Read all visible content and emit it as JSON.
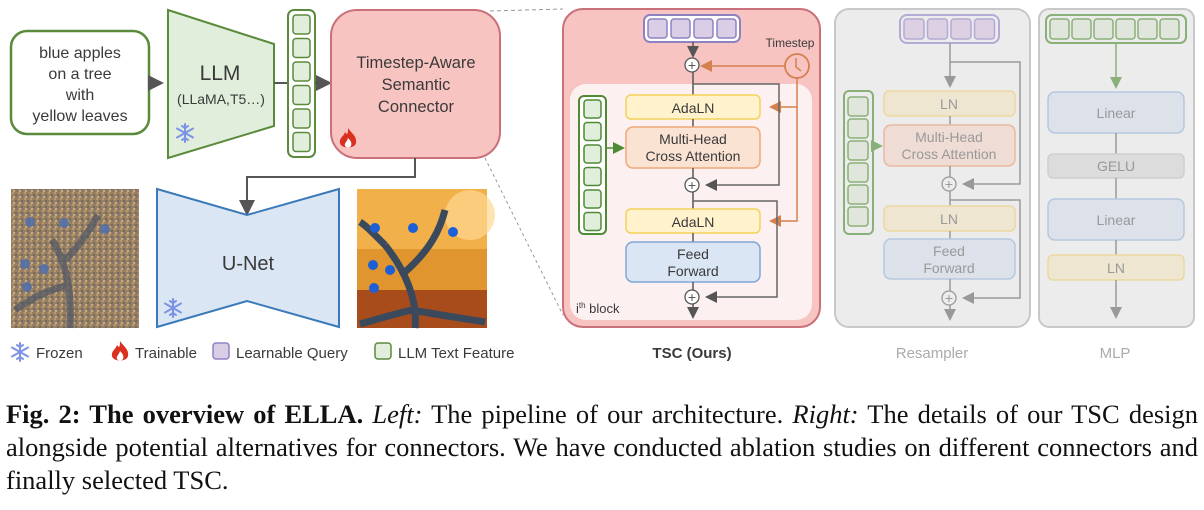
{
  "left": {
    "prompt_lines": [
      "blue apples",
      "on a tree",
      "with",
      "yellow leaves"
    ],
    "llm_title": "LLM",
    "llm_subtitle": "(LLaMA,T5…)",
    "connector_lines": [
      "Timestep-Aware",
      "Semantic",
      "Connector"
    ],
    "unet_label": "U-Net",
    "legend": [
      {
        "icon": "snowflake-icon",
        "label": "Frozen"
      },
      {
        "icon": "flame-icon",
        "label": "Trainable"
      },
      {
        "icon": "purple-square-icon",
        "label": "Learnable Query"
      },
      {
        "icon": "green-square-icon",
        "label": "LLM Text Feature"
      }
    ]
  },
  "tsc": {
    "title": "TSC (Ours)",
    "timestep_label": "Timestep",
    "adaln1": "AdaLN",
    "attn_lines": [
      "Multi-Head",
      "Cross Attention"
    ],
    "adaln2": "AdaLN",
    "ff_lines": [
      "Feed",
      "Forward"
    ],
    "block_label_main": "i",
    "block_label_sup": "th",
    "block_label_tail": " block"
  },
  "resampler": {
    "title": "Resampler",
    "ln1": "LN",
    "attn_lines": [
      "Multi-Head",
      "Cross Attention"
    ],
    "ln2": "LN",
    "ff_lines": [
      "Feed",
      "Forward"
    ]
  },
  "mlp": {
    "title": "MLP",
    "linear1": "Linear",
    "gelu": "GELU",
    "linear2": "Linear",
    "ln": "LN"
  },
  "caption": {
    "fig": "Fig. 2:",
    "bold": " The overview of ELLA.",
    "left_label": "Left:",
    "left_text": " The pipeline of our architecture.",
    "right_label": "Right:",
    "right_text": " The details of our TSC design alongside potential alternatives for connectors. We have conducted ablation studies on different connectors and finally selected TSC."
  },
  "colors": {
    "green": "#5a8a3c",
    "green_fill": "#e1eedb",
    "red_border": "#c9707a",
    "red_fill": "#f8c4c2",
    "purple": "#8f82c3",
    "purple_fill": "#dacde6",
    "yellow_fill": "#fff2cc",
    "orange_fill": "#fbe3d4",
    "blue_fill": "#dae6f4",
    "timestep": "#d4804f"
  }
}
